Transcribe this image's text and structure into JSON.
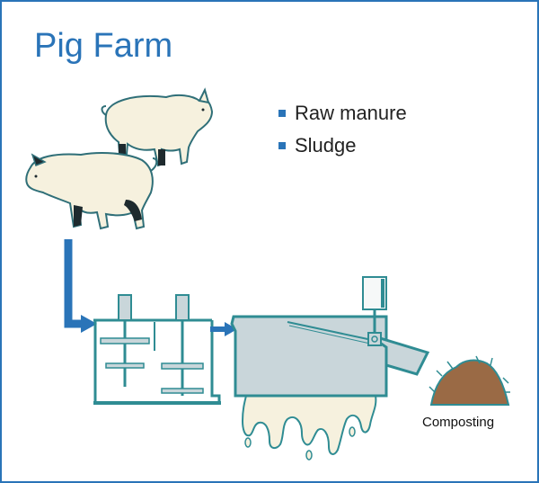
{
  "title": "Pig Farm",
  "legend": {
    "items": [
      {
        "label": "Raw manure"
      },
      {
        "label": "Sludge"
      }
    ]
  },
  "compost_label": "Composting",
  "colors": {
    "accent": "#2a74b8",
    "pig_body": "#f6f1de",
    "pig_outline": "#2f6f78",
    "pig_spot": "#1e2a2e",
    "equipment_fill": "#c9d6da",
    "equipment_stroke": "#2f8c93",
    "sludge": "#f6f1de",
    "compost": "#9a6a45"
  }
}
